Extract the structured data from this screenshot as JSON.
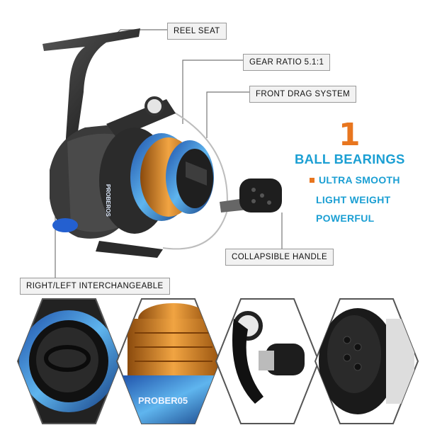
{
  "callouts": {
    "reel_seat": "REEL SEAT",
    "gear_ratio": "GEAR RATIO 5.1:1",
    "front_drag": "FRONT DRAG SYSTEM",
    "collapsible_handle": "COLLAPSIBLE HANDLE",
    "interchangeable": "RIGHT/LEFT INTERCHANGEABLE"
  },
  "features": {
    "count": "1",
    "title": "BALL BEARINGS",
    "items": [
      "ULTRA SMOOTH",
      "LIGHT WEIGHT",
      "POWERFUL"
    ]
  },
  "spool_text": "PROBEROS",
  "detail_spool_text": "PROBER05",
  "colors": {
    "accent_blue": "#1b9fd3",
    "accent_orange": "#e8761f",
    "reel_dark": "#2b2b2b",
    "spool_gold": "#d9891f",
    "spool_blue": "#2a6fc9"
  }
}
